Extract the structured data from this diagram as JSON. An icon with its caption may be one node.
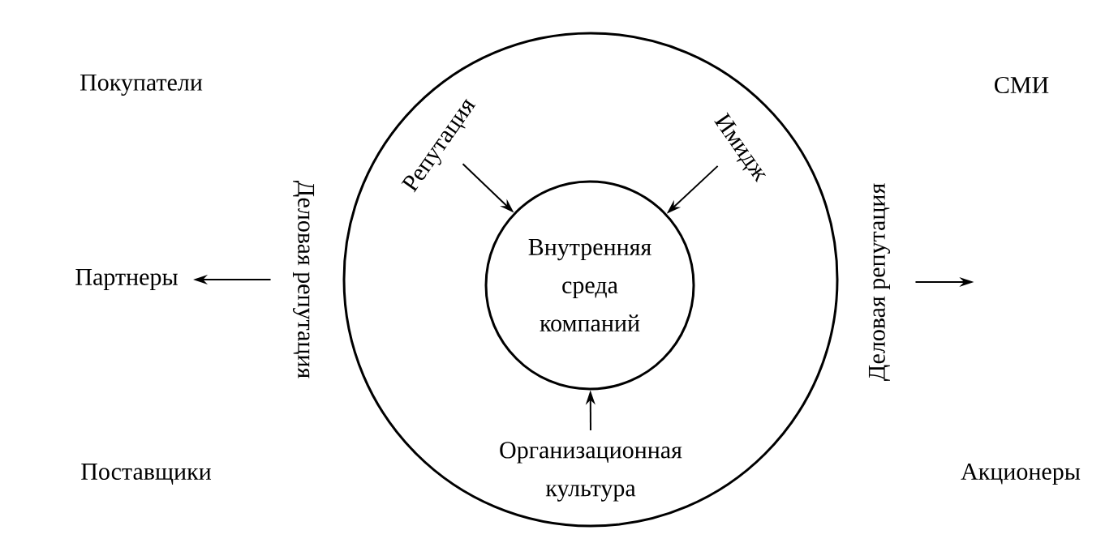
{
  "diagram": {
    "nodes": [
      {
        "text": [],
        "shape": "circle"
      },
      {
        "text": [
          "Деловая репутация"
        ]
      },
      {
        "text": [
          "Репутация"
        ],
        "in": 0
      },
      {
        "text": [
          "Имидж"
        ],
        "in": 0
      },
      {
        "text": [
          "Внутренняя среда компаний"
        ],
        "in": 0
      },
      {
        "text": [
          "Деловая репутация"
        ]
      },
      {
        "text": [
          "Партнеры"
        ]
      },
      {
        "text": [
          "Организационная культура"
        ],
        "in": 0
      }
    ],
    "edges": [
      {
        "from": 2,
        "to": 4,
        "arrow": "to"
      },
      {
        "from": 3,
        "to": 4,
        "arrow": "to"
      },
      {
        "from": 7,
        "to": 4,
        "arrow": "to"
      },
      {
        "from": 1,
        "to": 6,
        "arrow": "to"
      },
      {
        "from": 5,
        "to": null,
        "arrow": "to"
      }
    ],
    "labels": [
      "Покупатели",
      "СМИ",
      "Поставщики",
      "Акционеры"
    ]
  }
}
